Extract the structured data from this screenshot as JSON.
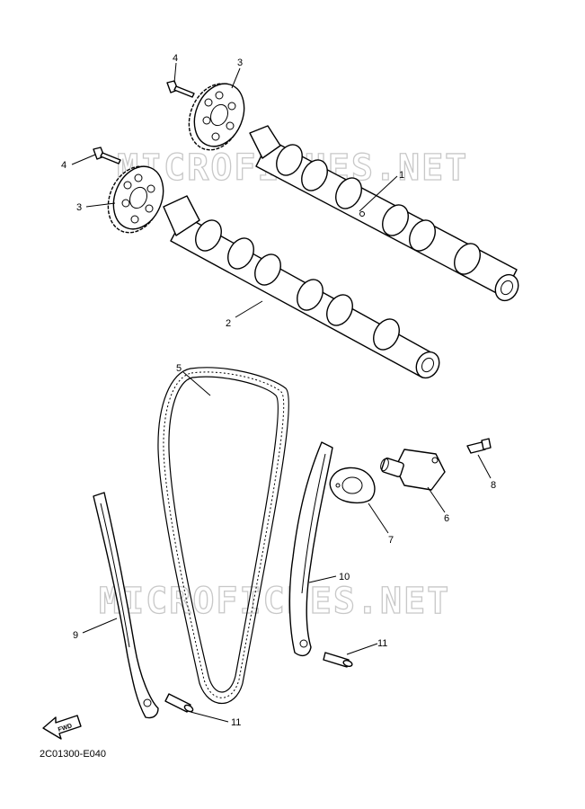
{
  "watermark": "MICROFICHES.NET",
  "diagram_code": "2C01300-E040",
  "fwd_label": "FWD",
  "callouts": {
    "c1": "1",
    "c2": "2",
    "c3a": "3",
    "c3b": "3",
    "c4a": "4",
    "c4b": "4",
    "c5": "5",
    "c6": "6",
    "c7": "7",
    "c8": "8",
    "c9": "9",
    "c10": "10",
    "c11a": "11",
    "c11b": "11"
  }
}
